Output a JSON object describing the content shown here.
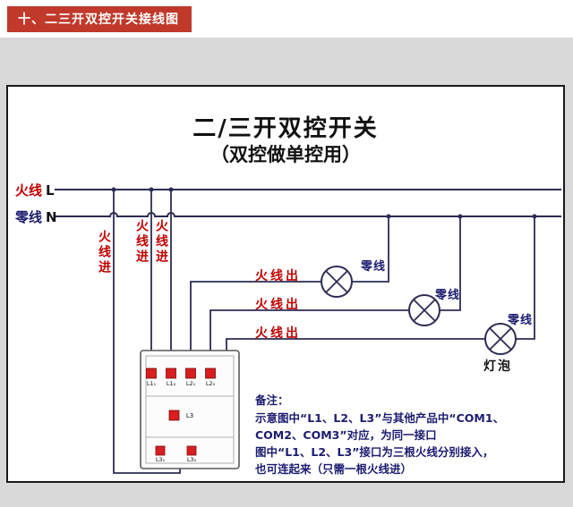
{
  "header": {
    "badge": "十、二三开双控开关接线图"
  },
  "diagram": {
    "title_line1": "二/三开双控开关",
    "title_line2": "（双控做单控用）",
    "live_wire": {
      "label_cn": "火线",
      "label_letter": "L"
    },
    "neutral_wire": {
      "label_cn": "零线",
      "label_letter": "N"
    },
    "live_in_labels": [
      "火线进",
      "火线进",
      "火线进"
    ],
    "live_out_labels": [
      "火线出",
      "火线出",
      "火线出"
    ],
    "neutral_labels": [
      "零线",
      "零线",
      "零线"
    ],
    "bulb_label": "灯泡",
    "switch": {
      "terminals_top": [
        "L1₁",
        "L1₂",
        "L2₁",
        "L2₂"
      ],
      "terminal_middle": "L3",
      "terminals_bottom": [
        "L3₁",
        "L3₂"
      ]
    },
    "notes": {
      "title": "备注：",
      "lines": [
        "示意图中“L1、L2、L3”与其他产品中“COM1、",
        "COM2、COM3”对应，为同一接口",
        "图中“L1、L2、L3”接口为三根火线分别接入，",
        "也可连起来（只需一根火线进）"
      ]
    },
    "colors": {
      "badge_red": "#c0392b",
      "live_text_red": "#c00000",
      "neutral_text_navy": "#1c1c70",
      "wire": "#2c2c54",
      "terminal_red": "#d81e1e",
      "background_gray": "#d9d9d9"
    }
  }
}
